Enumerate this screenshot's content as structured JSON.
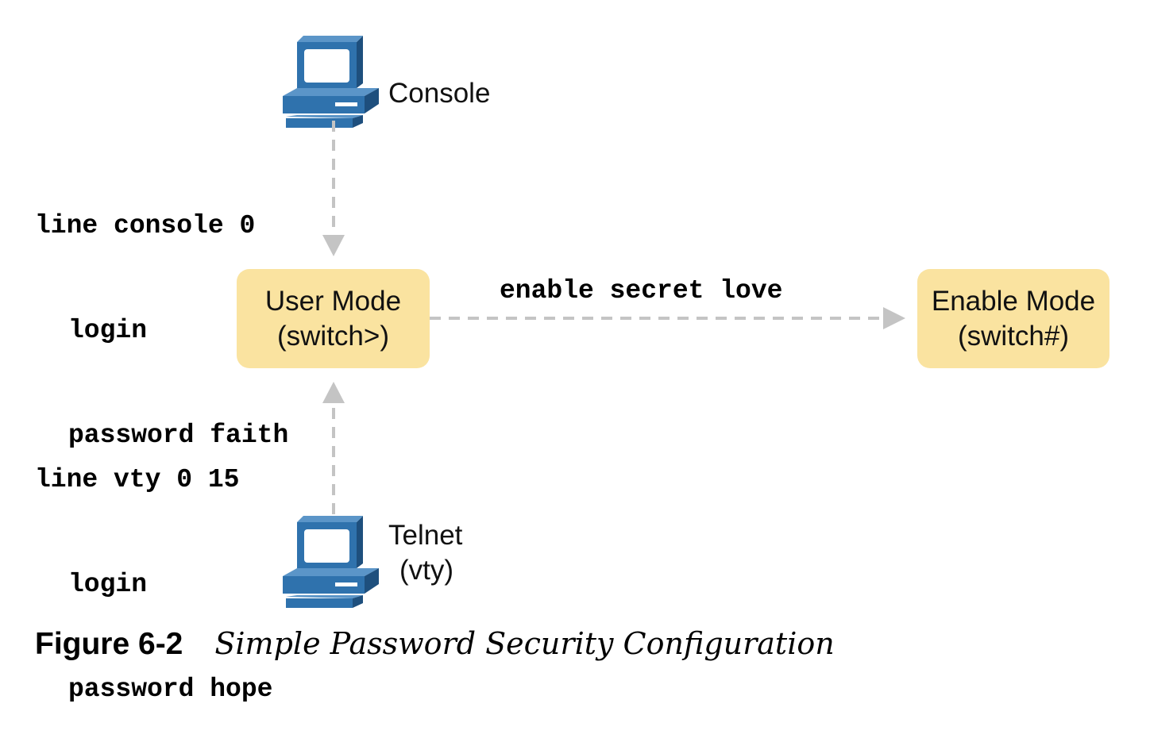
{
  "devices": {
    "console": {
      "label": "Console",
      "icon": "computer-icon"
    },
    "telnet": {
      "label_line1": "Telnet",
      "label_line2": "(vty)",
      "icon": "computer-icon"
    }
  },
  "modes": {
    "user": {
      "line1": "User Mode",
      "line2": "(switch>)"
    },
    "enable": {
      "line1": "Enable Mode",
      "line2": "(switch#)"
    }
  },
  "config": {
    "console": {
      "line1": "line console 0",
      "line2": "login",
      "line3": "password faith"
    },
    "vty": {
      "line1": "line vty 0 15",
      "line2": "login",
      "line3": "password hope"
    },
    "enable": "enable secret love"
  },
  "caption": {
    "number": "Figure 6-2",
    "title": "Simple Password Security Configuration"
  },
  "colors": {
    "box_fill": "#fae3a0",
    "arrow": "#c4c4c4",
    "computer_blue": "#2f72ad",
    "computer_dark": "#1e4f7d"
  }
}
